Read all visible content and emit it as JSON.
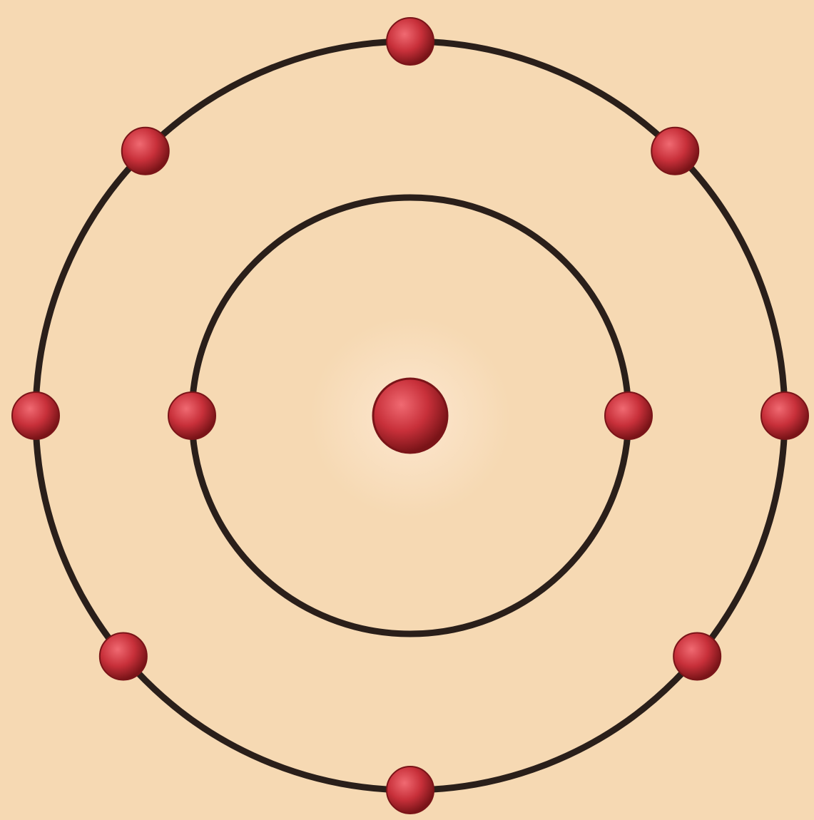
{
  "diagram": {
    "description_type": "bohr-atom-model",
    "nucleus_count": 1,
    "shells": [
      {
        "name": "inner-shell",
        "electron_count": 2
      },
      {
        "name": "outer-shell",
        "electron_count": 8
      }
    ],
    "colors": {
      "background": "#f6d9b3",
      "orbit": "#2a1f1a",
      "particle": "#c8303a",
      "particle_highlight": "#f06a72",
      "particle_shadow": "#7a1418"
    }
  }
}
